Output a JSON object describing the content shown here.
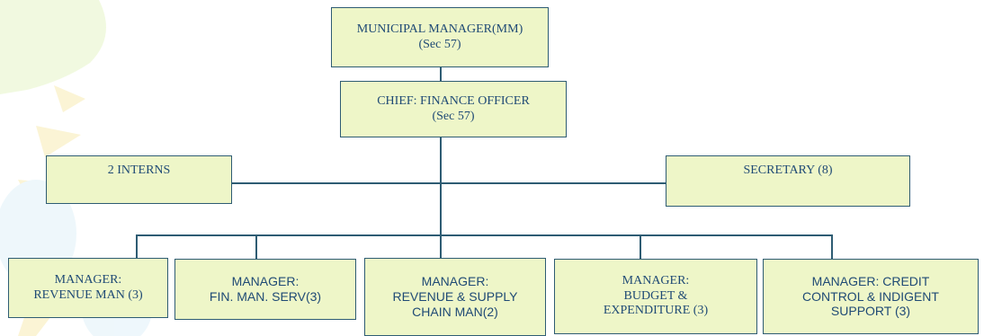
{
  "org_chart": {
    "municipal_manager": {
      "line1": "MUNICIPAL MANAGER(MM)",
      "line2": "(Sec 57)"
    },
    "chief_finance_officer": {
      "line1": "CHIEF: FINANCE OFFICER",
      "line2": "(Sec 57)"
    },
    "interns": {
      "label": "2 INTERNS"
    },
    "secretary": {
      "label": "SECRETARY  (8)"
    },
    "managers": [
      {
        "line1": "MANAGER:",
        "line2": "REVENUE MAN (3)"
      },
      {
        "line1": "MANAGER:",
        "line2": "FIN. MAN. SERV(3)"
      },
      {
        "line1": "MANAGER:",
        "line2": "REVENUE & SUPPLY",
        "line3": "CHAIN MAN(2)"
      },
      {
        "line1": "MANAGER:",
        "line2": "BUDGET &",
        "line3": "EXPENDITURE (3)"
      },
      {
        "line1": "MANAGER: CREDIT",
        "line2": "CONTROL & INDIGENT",
        "line3": "SUPPORT (3)"
      }
    ]
  },
  "colors": {
    "box_fill": "#eef6c8",
    "line": "#2e5c73",
    "text": "#1f4a75"
  }
}
